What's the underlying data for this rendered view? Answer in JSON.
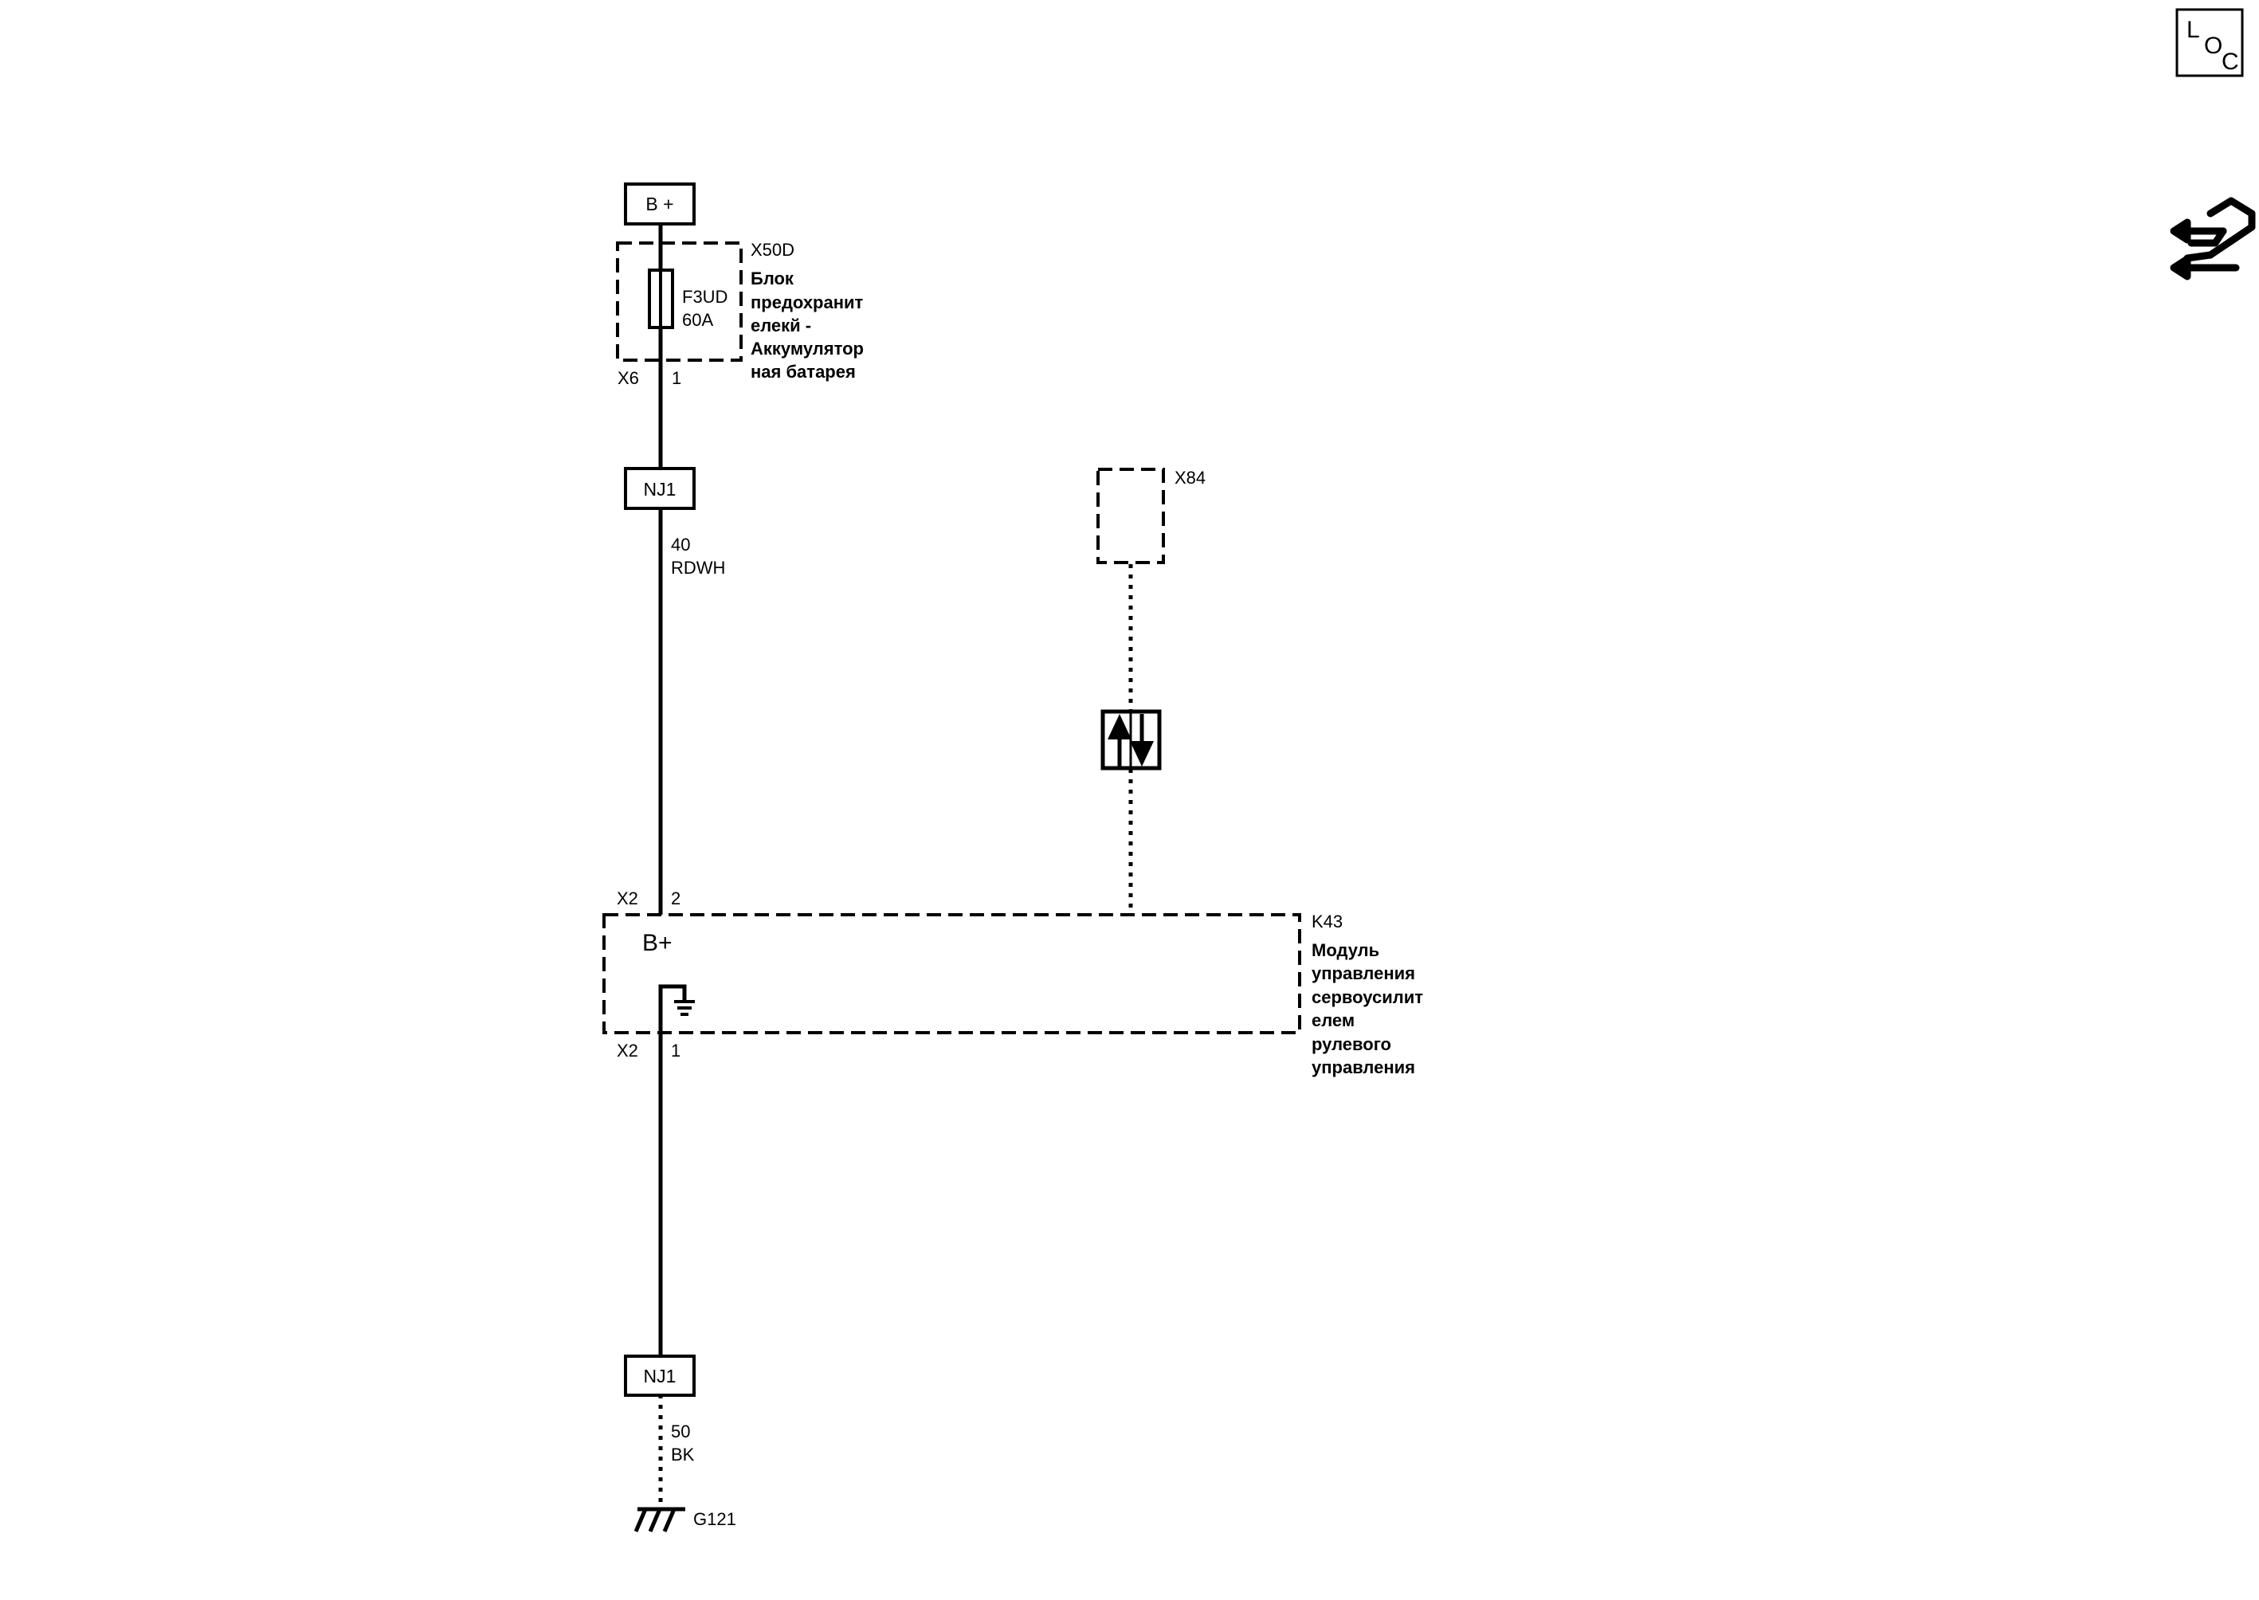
{
  "icons": {
    "loc": "loc-icon",
    "connector_view": "connector-view-icon",
    "serial_data": "bidirectional-data-arrows-icon",
    "ground": "ground-symbol-icon",
    "internal_ground": "internal-ground-icon",
    "fuse": "fuse-icon"
  },
  "loc_icon": {
    "l": "L",
    "o": "O",
    "c": "C"
  },
  "power_source": {
    "label": "B +"
  },
  "fuse_block": {
    "id": "X50D",
    "name_lines": [
      "Блок",
      "предохранит",
      "елекй -",
      "Аккумулятор",
      "ная батарея"
    ],
    "fuse_name": "F3UD",
    "fuse_rating": "60A",
    "connector": "X6",
    "pin": "1"
  },
  "splice_top": {
    "label": "NJ1"
  },
  "wire_top": {
    "gauge": "40",
    "color": "RDWH"
  },
  "data_connector": {
    "id": "X84"
  },
  "module": {
    "id": "K43",
    "name_lines": [
      "Модуль",
      "управления",
      "сервоусилит",
      "елем",
      "рулевого",
      "управления"
    ],
    "power_label": "B+",
    "top_connector": "X2",
    "top_pin": "2",
    "bottom_connector": "X2",
    "bottom_pin": "1"
  },
  "splice_bottom": {
    "label": "NJ1"
  },
  "wire_bottom": {
    "gauge": "50",
    "color": "BK"
  },
  "ground": {
    "id": "G121"
  }
}
